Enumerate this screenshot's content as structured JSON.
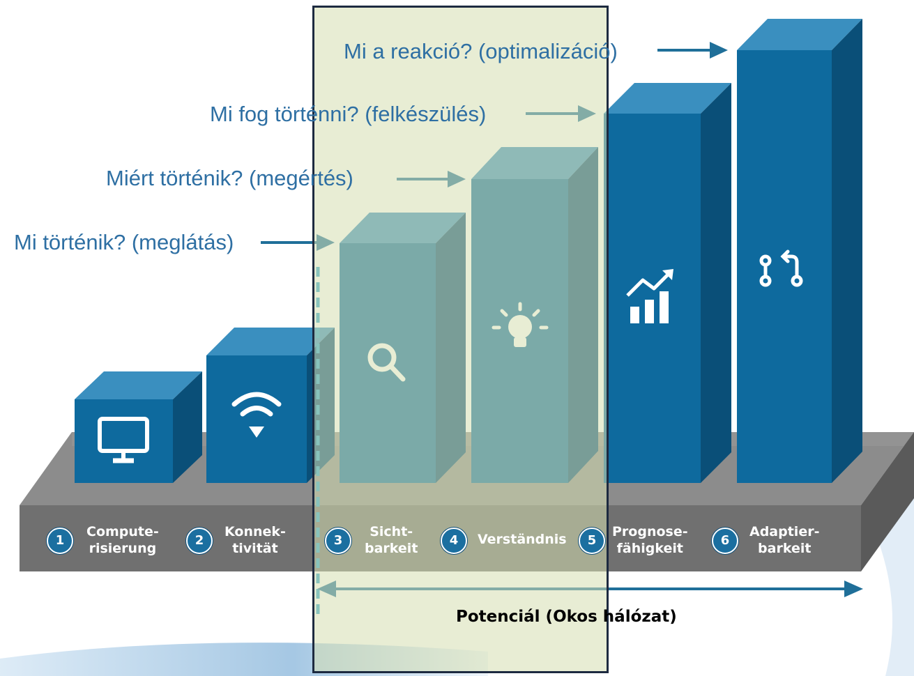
{
  "questions": [
    {
      "text": "Mi a reakció? (optimalizáció)"
    },
    {
      "text": "Mi fog történni? (felkészülés)"
    },
    {
      "text": "Miért történik? (megértés)"
    },
    {
      "text": "Mi történik? (meglátás)"
    }
  ],
  "steps": [
    {
      "number": "1",
      "line1": "Compute-",
      "line2": "risierung",
      "icon": "monitor-icon"
    },
    {
      "number": "2",
      "line1": "Konnek-",
      "line2": "tivität",
      "icon": "wifi-icon"
    },
    {
      "number": "3",
      "line1": "Sicht-",
      "line2": "barkeit",
      "icon": "search-icon"
    },
    {
      "number": "4",
      "line1": "Verständnis",
      "line2": "",
      "icon": "lightbulb-icon"
    },
    {
      "number": "5",
      "line1": "Prognose-",
      "line2": "fähigkeit",
      "icon": "chart-trend-icon"
    },
    {
      "number": "6",
      "line1": "Adaptier-",
      "line2": "barkeit",
      "icon": "adapt-arrows-icon"
    }
  ],
  "potential_label": "Potenciál (Okos hálózat)",
  "colors": {
    "question_text": "#2e6fa3",
    "arrow": "#1f6f99",
    "bar_front": "#0e6a9e",
    "bar_side": "#0a4f78",
    "bar_top": "#3a8fbf",
    "platform_top": "#8a8a8a",
    "platform_front": "#6e6e6e",
    "highlight_fill": "#d6deb0",
    "highlight_border": "#1d2a40"
  }
}
